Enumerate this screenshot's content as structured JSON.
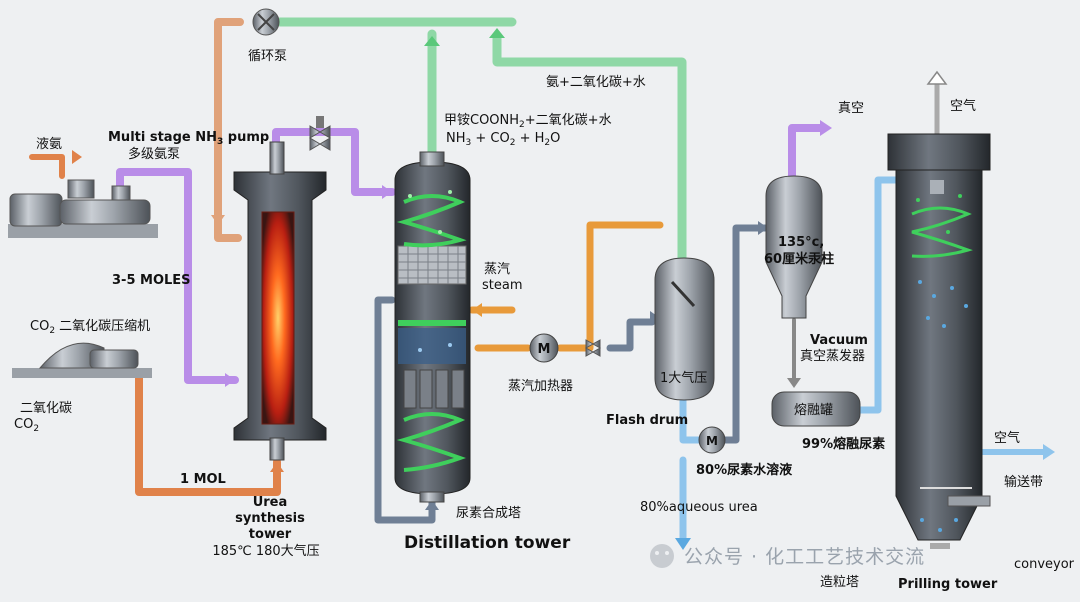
{
  "diagram": {
    "labels": {
      "circ_pump": "循环泵",
      "ammonia_gas_water": "氨+二氧化碳+水",
      "liquid_ammonia": "液氨",
      "multistage_pump_en_pre": "Multi stage NH",
      "multistage_pump_en_sub": "3",
      "multistage_pump_en_post": " pump",
      "multistage_pump_cn": "多级氨泵",
      "carbamate_cn": "甲铵COONH",
      "carbamate_sub": "2",
      "carbamate_cn_post": "+二氧化碳+水",
      "eq_nh": "NH",
      "eq_sub3": "3",
      "eq_co": " + CO",
      "eq_sub2": "2",
      "eq_h": " + H",
      "eq_o": "O",
      "vacuum_top": "真空",
      "air_top": "空气",
      "moles": "3-5 MOLES",
      "co2_comp_pre": "CO",
      "co2_comp_sub": "2",
      "co2_comp_post": " 二氧化碳压缩机",
      "steam_cn": "蒸汽",
      "steam_en": "steam",
      "temp_135": "135°c,",
      "hg_60": "60厘米汞柱",
      "one_atm": "1大气压",
      "steam_heater": "蒸汽加热器",
      "vacuum_en": "Vacuum",
      "vacuum_evap_cn": "真空蒸发器",
      "co2_cn": "二氧化碳",
      "co2_en_pre": "CO",
      "co2_en_sub": "2",
      "flash_drum": "Flash drum",
      "melt_tank": "熔融罐",
      "urea_99": "99%熔融尿素",
      "urea_80_cn": "80%尿素水溶液",
      "air_right": "空气",
      "one_mol": "1 MOL",
      "conveyor_cn": "输送带",
      "aqueous_urea": "80%aqueous urea",
      "urea_tower_1": "Urea",
      "urea_tower_2": "synthesis",
      "urea_tower_3": "tower",
      "urea_tower_4": "185℃ 180大气压",
      "urea_synth_cn": "尿素合成塔",
      "distillation": "Distillation tower",
      "watermark": "公众号 · 化工工艺技术交流",
      "conveyor_en": "conveyor",
      "prilling_cn": "造粒塔",
      "prilling_en": "Prilling tower"
    },
    "colors": {
      "nh3_line": "#b98de8",
      "co2_line": "#e0824a",
      "gas_line": "#8fd8a6",
      "steam_line": "#e89a3a",
      "urea_line": "#6f7f95",
      "air_line": "#8ec4ec",
      "vessel": "#9a9fa6",
      "hot": "#ff7a2a",
      "spiral": "#3fcf5c"
    }
  }
}
